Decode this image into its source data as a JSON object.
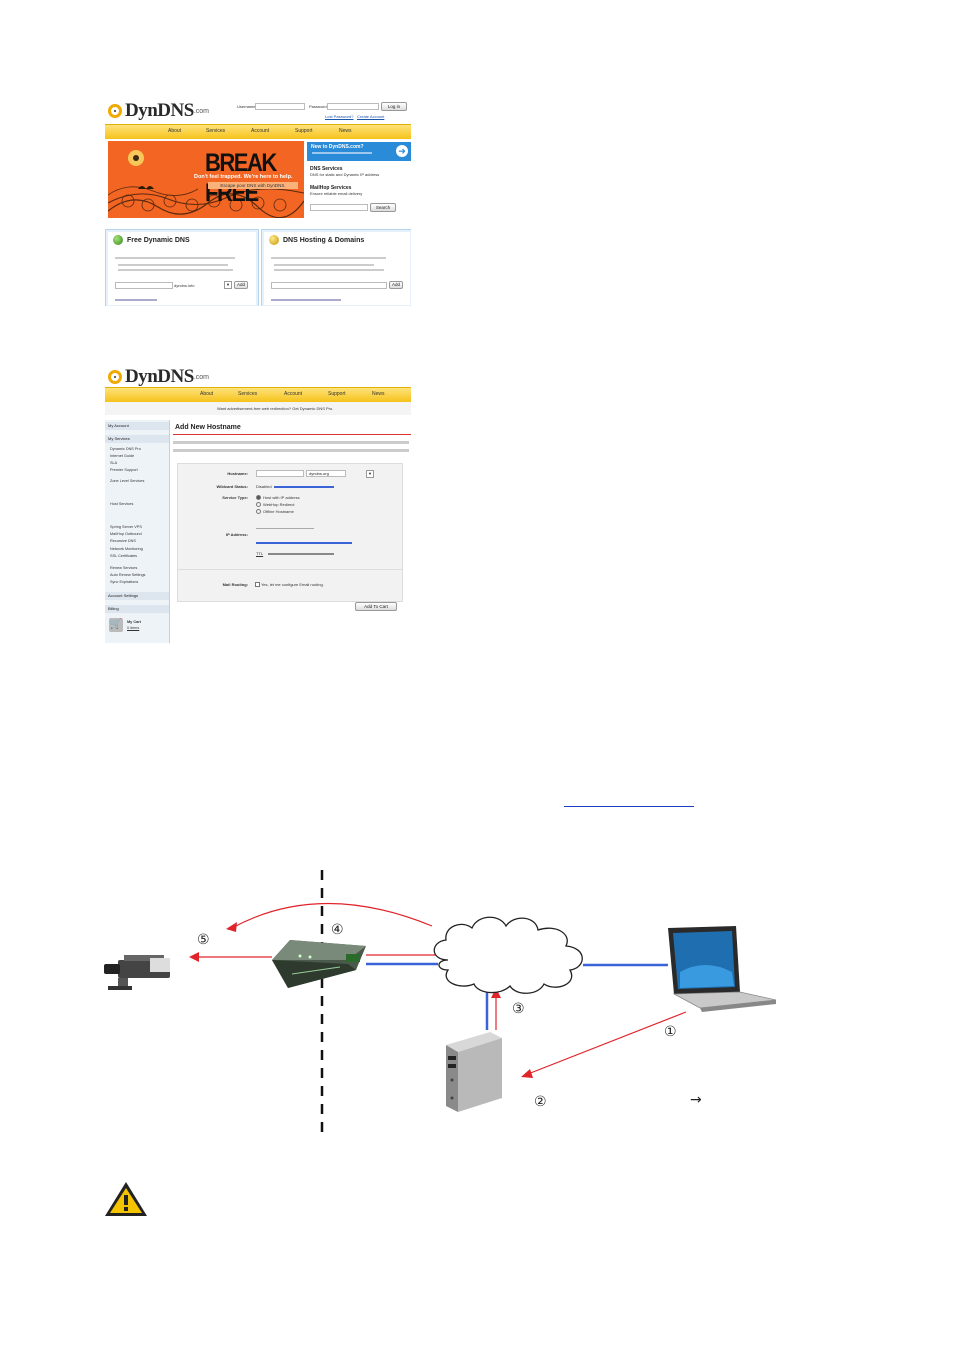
{
  "screenshot1": {
    "logo": "DynDNS",
    "logo_suffix": ".com",
    "login": {
      "username_label": "Username",
      "password_label": "Password",
      "login_button": "Log in",
      "lost_password": "Lost Password?",
      "create_account": "Create Account"
    },
    "nav": [
      "About",
      "Services",
      "Account",
      "Support",
      "News"
    ],
    "banner": {
      "headline": "BREAK FREE",
      "tagline": "Don't feel trapped. We're here to help.",
      "subline": "Escape poor DNS with DynDNS."
    },
    "new_box": {
      "title": "New to DynDNS.com?"
    },
    "dns_services": {
      "title": "DNS Services",
      "desc": "DNS for static and Dynamic IP address"
    },
    "mailhop": {
      "title": "MailHop Services",
      "desc": "Ensure reliable email delivery"
    },
    "search_button": "Search",
    "panel_free": {
      "title": "Free Dynamic DNS",
      "domain_option": "dyndns.info",
      "add_button": "Add"
    },
    "panel_hosting": {
      "title": "DNS Hosting & Domains",
      "add_button": "Add"
    }
  },
  "screenshot2": {
    "logo": "DynDNS",
    "logo_suffix": ".com",
    "nav": [
      "About",
      "Services",
      "Account",
      "Support",
      "News"
    ],
    "promo": "Want advertisement-free web redirection? Get Dynamic DNS Pro.",
    "sidebar": {
      "my_account": "My Account",
      "my_services": "My Services",
      "items": [
        "Dynamic DNS Pro",
        "Internet Guide",
        "SLA",
        "Premier Support"
      ],
      "zone_level": "Zone Level Services",
      "host_services": "Host Services",
      "more_items": [
        "Spring Server VPS",
        "MailHop Outbound",
        "Recursive DNS",
        "Network Monitoring",
        "SSL Certificates"
      ],
      "renew": [
        "Renew Services",
        "Auto Renew Settings",
        "Sync Expirations"
      ],
      "account_settings": "Account Settings",
      "billing": "Billing",
      "my_cart": "My Cart",
      "cart_items": "0 items"
    },
    "heading": "Add New Hostname",
    "form": {
      "hostname_label": "Hostname:",
      "hostname_domain": "dyndns.org",
      "wildcard_label": "Wildcard Status:",
      "wildcard_value": "Disabled",
      "service_type_label": "Service Type:",
      "service_options": [
        "Host with IP address",
        "WebHop Redirect",
        "Offline Hostname"
      ],
      "ip_label": "IP Address:",
      "ttl_label": "TTL",
      "mail_routing_label": "Mail Routing:",
      "mail_routing_option": "Yes, let me configure Email routing."
    },
    "add_to_cart": "Add To Cart"
  },
  "diagram": {
    "steps": [
      "⑤",
      "④",
      "③",
      "①",
      "②"
    ],
    "arrow_glyph": "→",
    "colors": {
      "request": "#e0242a",
      "link": "#3a63d8",
      "divider": "#111111"
    }
  },
  "warning_icon": "warning-triangle-icon"
}
